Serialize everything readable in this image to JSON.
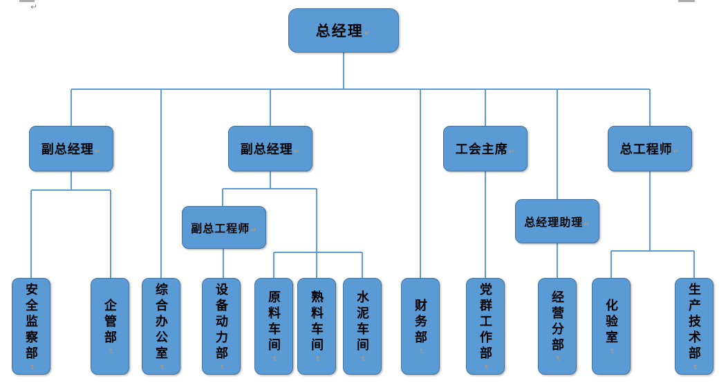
{
  "document": {
    "type": "organization-chart",
    "language": "zh-CN"
  },
  "colors": {
    "node_fill": "#5B9BD5",
    "node_border": "#41719C",
    "connector": "#5B9BD5",
    "text": "#000000",
    "format_mark": "#BE9B6E",
    "page_mark": "#ABABAB"
  },
  "marks": {
    "line_break": "↵"
  },
  "nodes": [
    {
      "id": "general-manager",
      "label": "总经理",
      "level": 1
    },
    {
      "id": "deputy-gm-1",
      "label": "副总经理",
      "level": 2
    },
    {
      "id": "deputy-gm-2",
      "label": "副总经理",
      "level": 2
    },
    {
      "id": "union-chairman",
      "label": "工会主席",
      "level": 2
    },
    {
      "id": "chief-engineer",
      "label": "总工程师",
      "level": 2
    },
    {
      "id": "deputy-chief-engineer",
      "label": "副总工程师",
      "level": 3
    },
    {
      "id": "gm-assistant",
      "label": "总经理助理",
      "level": 3
    },
    {
      "id": "dept-safety-supervision",
      "label": "安全监察部",
      "level": 4
    },
    {
      "id": "dept-enterprise-mgmt",
      "label": "企管部",
      "level": 4
    },
    {
      "id": "dept-general-office",
      "label": "综合办公室",
      "level": 4
    },
    {
      "id": "dept-equipment-power",
      "label": "设备动力部",
      "level": 4
    },
    {
      "id": "workshop-raw-material",
      "label": "原料车间",
      "level": 4
    },
    {
      "id": "workshop-clinker",
      "label": "熟料车间",
      "level": 4
    },
    {
      "id": "workshop-cement",
      "label": "水泥车间",
      "level": 4
    },
    {
      "id": "dept-finance",
      "label": "财务部",
      "level": 4
    },
    {
      "id": "dept-party-mass-work",
      "label": "党群工作部",
      "level": 4
    },
    {
      "id": "dept-operations-branch",
      "label": "经营分部",
      "level": 4
    },
    {
      "id": "laboratory",
      "label": "化验室",
      "level": 4
    },
    {
      "id": "dept-production-tech",
      "label": "生产技术部",
      "level": 4
    }
  ],
  "edges": [
    {
      "from": "general-manager",
      "to": "deputy-gm-1"
    },
    {
      "from": "general-manager",
      "to": "dept-general-office"
    },
    {
      "from": "general-manager",
      "to": "deputy-gm-2"
    },
    {
      "from": "general-manager",
      "to": "dept-finance"
    },
    {
      "from": "general-manager",
      "to": "union-chairman"
    },
    {
      "from": "general-manager",
      "to": "gm-assistant"
    },
    {
      "from": "general-manager",
      "to": "chief-engineer"
    },
    {
      "from": "deputy-gm-1",
      "to": "dept-safety-supervision"
    },
    {
      "from": "deputy-gm-1",
      "to": "dept-enterprise-mgmt"
    },
    {
      "from": "deputy-gm-2",
      "to": "deputy-chief-engineer"
    },
    {
      "from": "deputy-gm-2",
      "to": "workshop-raw-material"
    },
    {
      "from": "deputy-gm-2",
      "to": "workshop-clinker"
    },
    {
      "from": "deputy-gm-2",
      "to": "workshop-cement"
    },
    {
      "from": "deputy-chief-engineer",
      "to": "dept-equipment-power"
    },
    {
      "from": "union-chairman",
      "to": "dept-party-mass-work"
    },
    {
      "from": "gm-assistant",
      "to": "dept-operations-branch"
    },
    {
      "from": "chief-engineer",
      "to": "laboratory"
    },
    {
      "from": "chief-engineer",
      "to": "dept-production-tech"
    }
  ]
}
